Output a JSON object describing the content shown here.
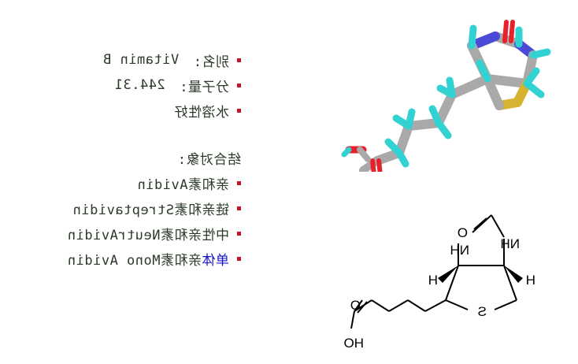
{
  "info": {
    "alias_label": "别名:",
    "alias_value": "Vitamin B",
    "mw_label": "分子量:",
    "mw_value": "244.31",
    "solubility": "水溶性好",
    "binding_heading": "结合对象:",
    "targets": [
      "亲和素Avidin",
      "链亲和素Streptavidin",
      "中性亲和素NeutrAvidin"
    ],
    "monomer_prefix": "单体",
    "monomer_rest": "亲和素Mono Avidin"
  },
  "structure": {
    "atom_O": "O",
    "atom_HO": "HO",
    "atom_NH": "NH",
    "atom_H": "H",
    "atom_S": "S"
  },
  "colors": {
    "bullet": "#c4142a",
    "text": "#2c3a2a",
    "monomer_highlight": "#1515c8",
    "carbon": "#a9a9a9",
    "hydrogen": "#33d2d2",
    "oxygen": "#e8202a",
    "nitrogen": "#4a4ad6",
    "sulfur": "#d4b430"
  }
}
